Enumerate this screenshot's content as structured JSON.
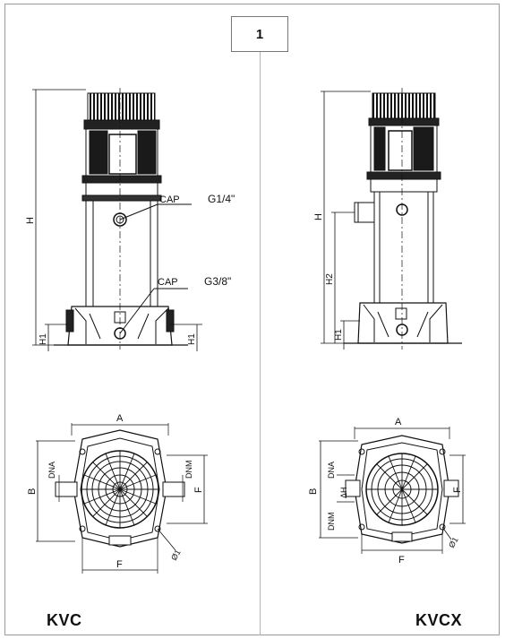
{
  "page_number": "1",
  "models": {
    "left": "KVC",
    "right": "KVCX"
  },
  "kvc_side": {
    "cap_upper": "CAP",
    "port_upper": "G1/4\"",
    "cap_lower": "CAP",
    "port_lower": "G3/8\"",
    "dim_h": "H",
    "dim_h1_left": "H1",
    "dim_h1_right": "H1"
  },
  "kvc_plan": {
    "dim_a": "A",
    "dim_b": "B",
    "dim_dna": "DNA",
    "dim_dnm": "DNM",
    "dim_f_right": "F",
    "dim_f_bottom": "F",
    "dim_phi": "Ø1"
  },
  "kvcx_side": {
    "dim_h": "H",
    "dim_h2": "H2",
    "dim_h1": "H1"
  },
  "kvcx_plan": {
    "dim_a": "A",
    "dim_b": "B",
    "dim_dna": "DNA",
    "dim_dnm": "DNM",
    "dim_delta_h": "ΔH",
    "dim_f_right": "F",
    "dim_f_bottom": "F",
    "dim_phi": "Ø1"
  }
}
